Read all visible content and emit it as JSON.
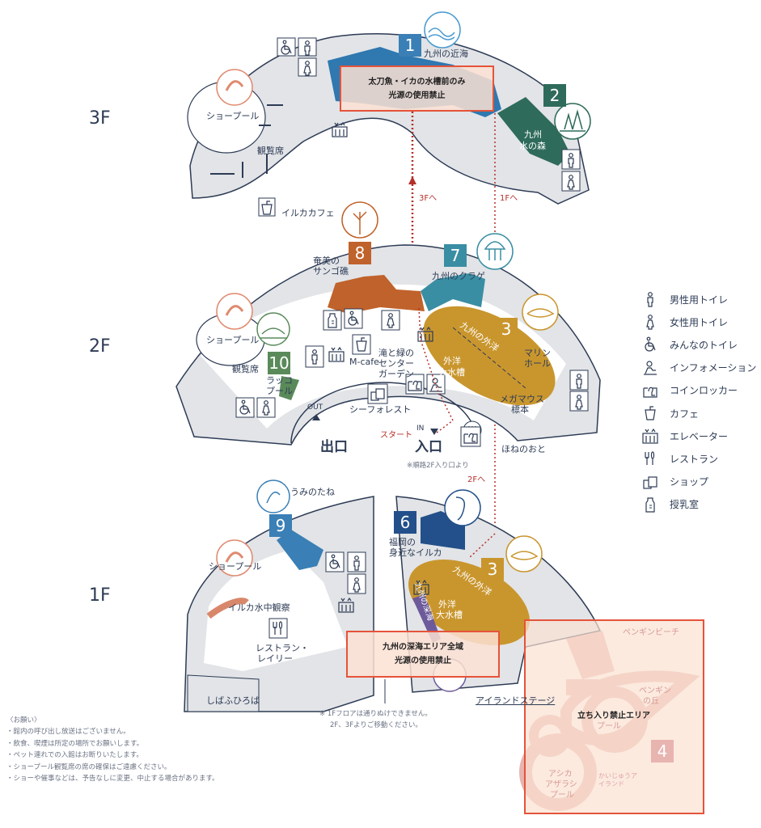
{
  "floors": {
    "f3": "3F",
    "f2": "2F",
    "f1": "1F"
  },
  "zones": {
    "z1": {
      "num": "1",
      "name": "九州の近海",
      "color": "#2f78b0"
    },
    "z2": {
      "num": "2",
      "name_1": "九州",
      "name_2": "水の森",
      "color": "#2f6b5a"
    },
    "z3": {
      "num": "3",
      "name": "九州の外洋",
      "tank_1": "外洋",
      "tank_2": "大水槽",
      "color": "#c9962e"
    },
    "z3b": {
      "num": "3",
      "name": "九州の外洋",
      "tank_1": "外洋",
      "tank_2": "大水槽"
    },
    "z4": {
      "num": "4"
    },
    "z5": {
      "name": "九州の深海"
    },
    "z6": {
      "num": "6",
      "name_1": "福岡の",
      "name_2": "身近なイルカ",
      "color": "#23508a"
    },
    "z7": {
      "num": "7",
      "name": "九州のクラゲ",
      "color": "#3a8ea3"
    },
    "z8": {
      "num": "8",
      "name_1": "奄美の",
      "name_2": "サンゴ礁",
      "color": "#c0622b"
    },
    "z9": {
      "num": "9",
      "name": "うみのたね",
      "color": "#3a7fb5"
    },
    "z10": {
      "num": "10",
      "name_1": "ラッコ",
      "name_2": "プール",
      "color": "#5a8a5a"
    }
  },
  "labels3f": {
    "show_pool": "ショープール",
    "seats": "観覧席",
    "cafe": "イルカカフェ",
    "to3f": "3Fへ",
    "to1f": "1Fへ"
  },
  "labels2f": {
    "show_pool": "ショープール",
    "seats": "観覧席",
    "mcafe": "M-cafe",
    "garden_1": "滝と緑の",
    "garden_2": "センター",
    "garden_3": "ガーデン",
    "marine_1": "マリン",
    "marine_2": "ホール",
    "megamouth_1": "メガマウス",
    "megamouth_2": "標本",
    "bones": "ほねのおと",
    "seaforest": "シーフォレスト",
    "exit": "出口",
    "entrance": "入口",
    "out": "OUT",
    "in": "IN",
    "start": "スタート",
    "route_note": "※順路2F入り口より",
    "to2f": "2Fへ"
  },
  "labels1f": {
    "show_pool": "ショープール",
    "dolphin_view": "イルカ水中観察",
    "restaurant_1": "レストラン・",
    "restaurant_2": "レイリー",
    "lawn": "しばふひろば",
    "island_stage": "アイランドステージ",
    "penguin_beach": "ペンギンビーチ",
    "penguin_hill_1": "ペンギン",
    "penguin_hill_2": "の丘",
    "pool": "プール",
    "seal_1": "アシカ",
    "seal_2": "アザラシ",
    "seal_3": "プール",
    "kaiju_logo": "かいじゅうアイランド",
    "note_1": "※ 1Fフロアは通りぬけできません。",
    "note_2": "2F、3Fよりご移動ください。"
  },
  "restrictions": {
    "r1_line1": "太刀魚・イカの水槽前のみ",
    "r1_line2": "光源の使用禁止",
    "r2_line1": "九州の深海エリア全域",
    "r2_line2": "光源の使用禁止",
    "r3": "立ち入り禁止エリア"
  },
  "legend": [
    {
      "icon": "male-toilet-icon",
      "label": "男性用トイレ"
    },
    {
      "icon": "female-toilet-icon",
      "label": "女性用トイレ"
    },
    {
      "icon": "accessible-toilet-icon",
      "label": "みんなのトイレ"
    },
    {
      "icon": "information-icon",
      "label": "インフォメーション"
    },
    {
      "icon": "coin-locker-icon",
      "label": "コインロッカー"
    },
    {
      "icon": "cafe-icon",
      "label": "カフェ"
    },
    {
      "icon": "elevator-icon",
      "label": "エレベーター"
    },
    {
      "icon": "restaurant-icon",
      "label": "レストラン"
    },
    {
      "icon": "shop-icon",
      "label": "ショップ"
    },
    {
      "icon": "nursing-room-icon",
      "label": "授乳室"
    }
  ],
  "notes": {
    "title": "〈お願い〉",
    "items": [
      "・館内の呼び出し放送はございません。",
      "・飲食、喫煙は所定の場所でお願いします。",
      "・ペット連れでの入館はお断りいたします。",
      "・ショープール観覧席の席の確保はご遠慮ください。",
      "・ショーや催事などは、予告なしに変更、中止する場合があります。"
    ]
  },
  "colors": {
    "navy": "#2d3b55",
    "floor_gray": "#e2e4e7",
    "route_red": "#b5302a",
    "restrict_red": "#e5533a"
  }
}
